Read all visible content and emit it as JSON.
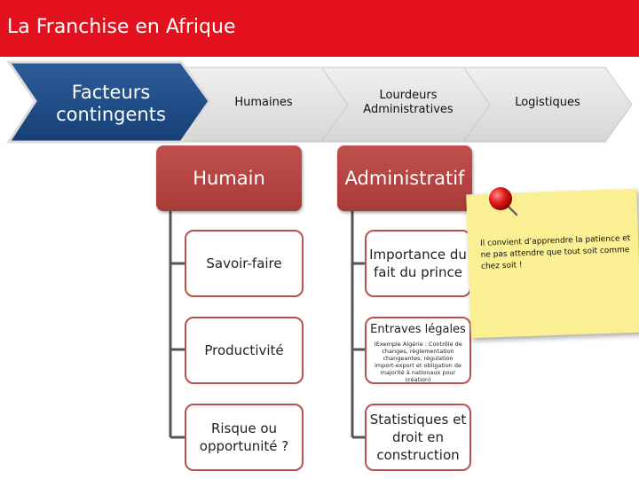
{
  "title": "La Franchise en Afrique",
  "chevrons": [
    {
      "label": "Facteurs contingents"
    },
    {
      "label": "Humaines"
    },
    {
      "label": "Lourdeurs Administratives"
    },
    {
      "label": "Logistiques"
    }
  ],
  "columns": {
    "humain": {
      "header": "Humain",
      "items": [
        "Savoir-faire",
        "Productivité",
        "Risque ou opportunité ?"
      ]
    },
    "administratif": {
      "header": "Administratif",
      "items": [
        {
          "label": "Importance du fait du prince"
        },
        {
          "label": "Entraves légales",
          "note": "(Exemple Algérie : Contrôle de changes, réglementation changeantes, régulation import-export et obligation de majorité à nationaux pour création)"
        },
        {
          "label": "Statistiques et droit en construction"
        }
      ]
    }
  },
  "sticky_note": "Il convient d’apprendre la patience et ne pas attendre que tout soit comme chez soit !",
  "colors": {
    "title_bg": "#e3101e",
    "chevron_active": "#1f4e8c",
    "chevron_inactive": "#e6e6e6",
    "header_red": "#b0433f"
  }
}
